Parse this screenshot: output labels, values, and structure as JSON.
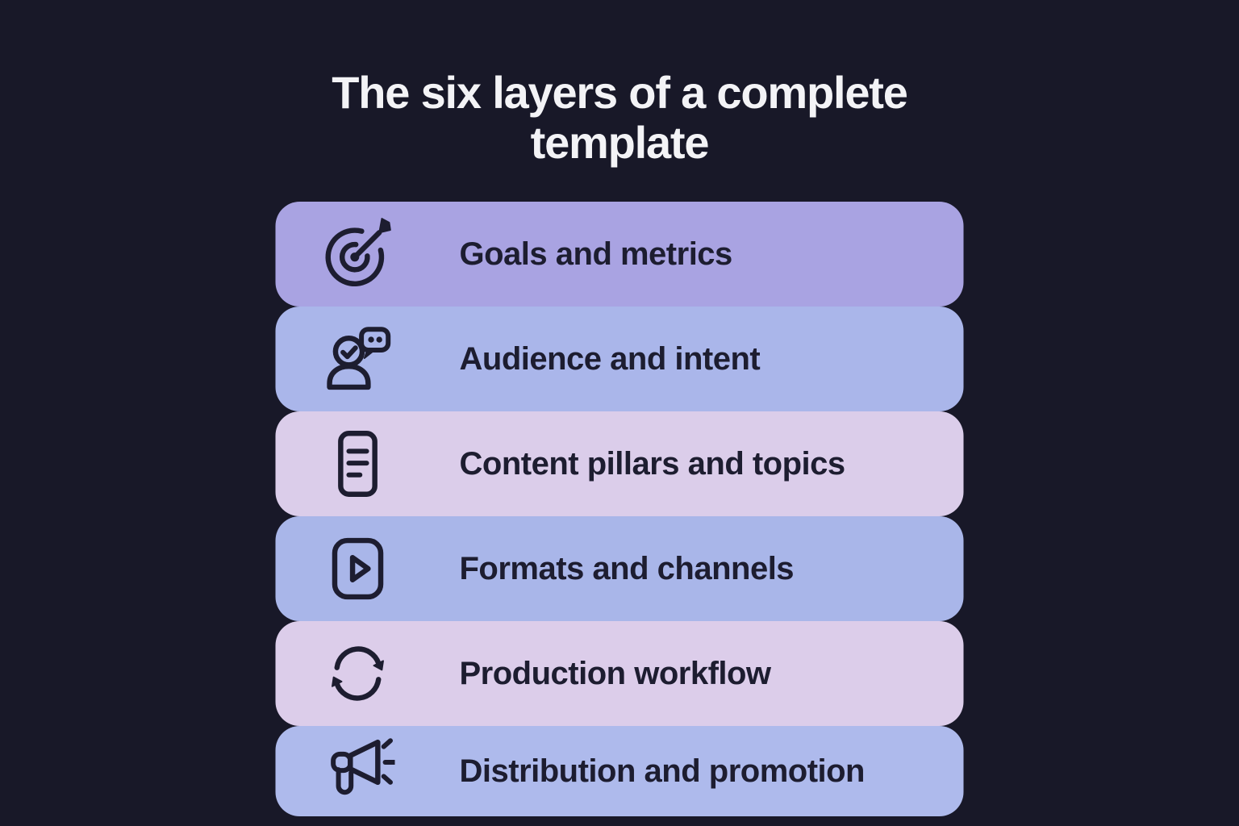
{
  "page": {
    "background": "#181828"
  },
  "ink": "#1d1d30",
  "title": {
    "line1": "The six layers of a complete",
    "line2": "template",
    "color": "#f3f3f6"
  },
  "rows": [
    {
      "label": "Goals and metrics",
      "icon": "target-dart-icon",
      "bg": "#a9a3e2"
    },
    {
      "label": "Audience and intent",
      "icon": "person-speech-bubble-icon",
      "bg": "#aab6ea"
    },
    {
      "label": "Content pillars and topics",
      "icon": "document-lines-icon",
      "bg": "#dbcdea"
    },
    {
      "label": "Formats and channels",
      "icon": "play-button-icon",
      "bg": "#a9b6e9"
    },
    {
      "label": "Production workflow",
      "icon": "cycle-arrows-icon",
      "bg": "#dccdea"
    },
    {
      "label": "Distribution and promotion",
      "icon": "megaphone-icon",
      "bg": "#aebaec"
    }
  ]
}
